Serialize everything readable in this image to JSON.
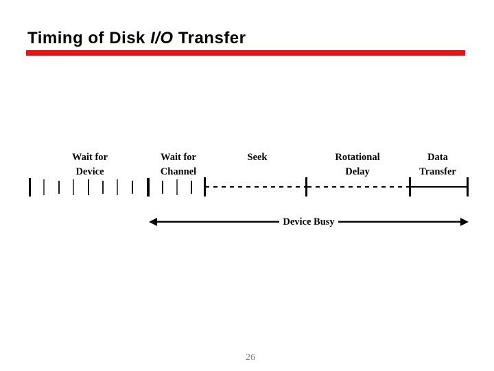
{
  "title": {
    "pre": "Timing of Disk ",
    "italic": "I/O",
    "post": " Transfer"
  },
  "colors": {
    "accent_red": "#ee1111",
    "ink_black": "#000000",
    "page_number_gray": "#7a7a7a"
  },
  "diagram": {
    "segments": [
      {
        "label_line1": "Wait for",
        "label_line2": "Device",
        "line_style": "hatched"
      },
      {
        "label_line1": "Wait for",
        "label_line2": "Channel",
        "line_style": "hatched"
      },
      {
        "label_line1": "Seek",
        "label_line2": "",
        "line_style": "dashed"
      },
      {
        "label_line1": "Rotational",
        "label_line2": "Delay",
        "line_style": "dashed"
      },
      {
        "label_line1": "Data",
        "label_line2": "Transfer",
        "line_style": "solid"
      }
    ],
    "busy_arrow_label": "Device Busy"
  },
  "footer": {
    "page_number": "26"
  }
}
